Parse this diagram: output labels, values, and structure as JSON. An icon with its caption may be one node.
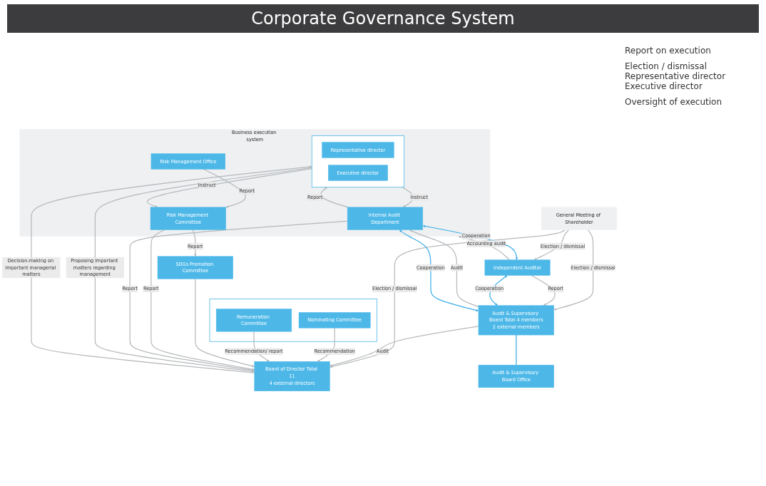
{
  "diagram": {
    "title": "Corporate Governance System",
    "nodes": [
      {
        "text": [
          "General Meeting of Shareholder"
        ]
      },
      {
        "text": [],
        "shape": "box"
      },
      {
        "text": [
          "Nominating Committee"
        ],
        "in": 1
      },
      {
        "text": [
          "Remuneration Committee"
        ],
        "in": 1
      },
      {
        "text": [
          "Board of Director Total 11",
          "4 external directors"
        ]
      },
      {
        "text": [
          "Audit & Supervisory Board Total 4 members",
          "2 external members"
        ]
      },
      {
        "text": [
          "Independent Auditor"
        ]
      },
      {
        "text": [
          "SDGs Promotion Committee"
        ]
      },
      {
        "text": [
          "Audit & Supervisory Board Office"
        ]
      },
      {
        "text": [
          "Business execution system"
        ]
      },
      {
        "text": [
          "Risk Management Committee"
        ],
        "in": 9
      },
      {
        "text": [],
        "shape": "box",
        "in": 9
      },
      {
        "text": [
          "Representative director"
        ],
        "in": 11
      },
      {
        "text": [
          "Executive director"
        ],
        "in": 11
      },
      {
        "text": [
          "Internal Audit Department"
        ],
        "in": 9
      },
      {
        "text": [
          "Risk Management Office"
        ],
        "in": 9
      }
    ],
    "edges": [
      {
        "from": 0,
        "to": 4,
        "arrow": "to",
        "label": "Election / dismissal"
      },
      {
        "from": 0,
        "to": 5,
        "arrow": "to",
        "label": "Election / dismissal"
      },
      {
        "from": 0,
        "to": 6,
        "arrow": "to",
        "label": "Election / dismissal"
      },
      {
        "from": 5,
        "to": 4,
        "arrow": "to",
        "label": "Audit"
      },
      {
        "from": 6,
        "to": 5,
        "arrow": "to",
        "label": "Report"
      },
      {
        "from": 5,
        "to": 6,
        "arrow": "both",
        "label": "Cooperation",
        "color": "#3daee9"
      },
      {
        "from": 2,
        "to": 4,
        "arrow": "to",
        "label": "Recommendation"
      },
      {
        "from": 3,
        "to": 4,
        "arrow": "to",
        "label": "Recommendation/ report"
      },
      {
        "from": 7,
        "to": 4,
        "arrow": "to"
      },
      {
        "from": 10,
        "to": 7,
        "arrow": "to",
        "label": "Report"
      },
      {
        "from": 10,
        "to": 4,
        "arrow": "to",
        "label": "Report"
      },
      {
        "from": 11,
        "to": 4,
        "arrow": "to",
        "label": "Proposing important matters regarding management"
      },
      {
        "from": 4,
        "to": 11,
        "arrow": "to",
        "label": "Decision-making on important managerial matters"
      },
      {
        "from": 14,
        "to": 4,
        "arrow": "to",
        "label": "Report"
      },
      {
        "from": 14,
        "to": 11,
        "arrow": "to",
        "label": "Report"
      },
      {
        "from": 11,
        "to": 14,
        "arrow": "to",
        "label": "Instruct"
      },
      {
        "from": 11,
        "to": 10,
        "arrow": "to",
        "label": "Instruct"
      },
      {
        "from": 15,
        "to": 10,
        "arrow": "to",
        "label": "Report"
      },
      {
        "from": 5,
        "to": 14,
        "arrow": "to",
        "label": "Audit"
      },
      {
        "from": 5,
        "to": 14,
        "arrow": "both",
        "label": "Cooperation",
        "color": "#3daee9"
      },
      {
        "from": 5,
        "to": 8,
        "arrow": "none",
        "color": "#3daee9"
      },
      {
        "from": 6,
        "to": 9,
        "arrow": "to",
        "label": "Accounting audit"
      },
      {
        "from": 14,
        "to": 6,
        "arrow": "both",
        "label": "Cooperation",
        "color": "#3daee9"
      }
    ],
    "labels": [
      "Report on execution",
      "Election / dismissal Representative director Executive director",
      "Oversight of execution"
    ]
  }
}
